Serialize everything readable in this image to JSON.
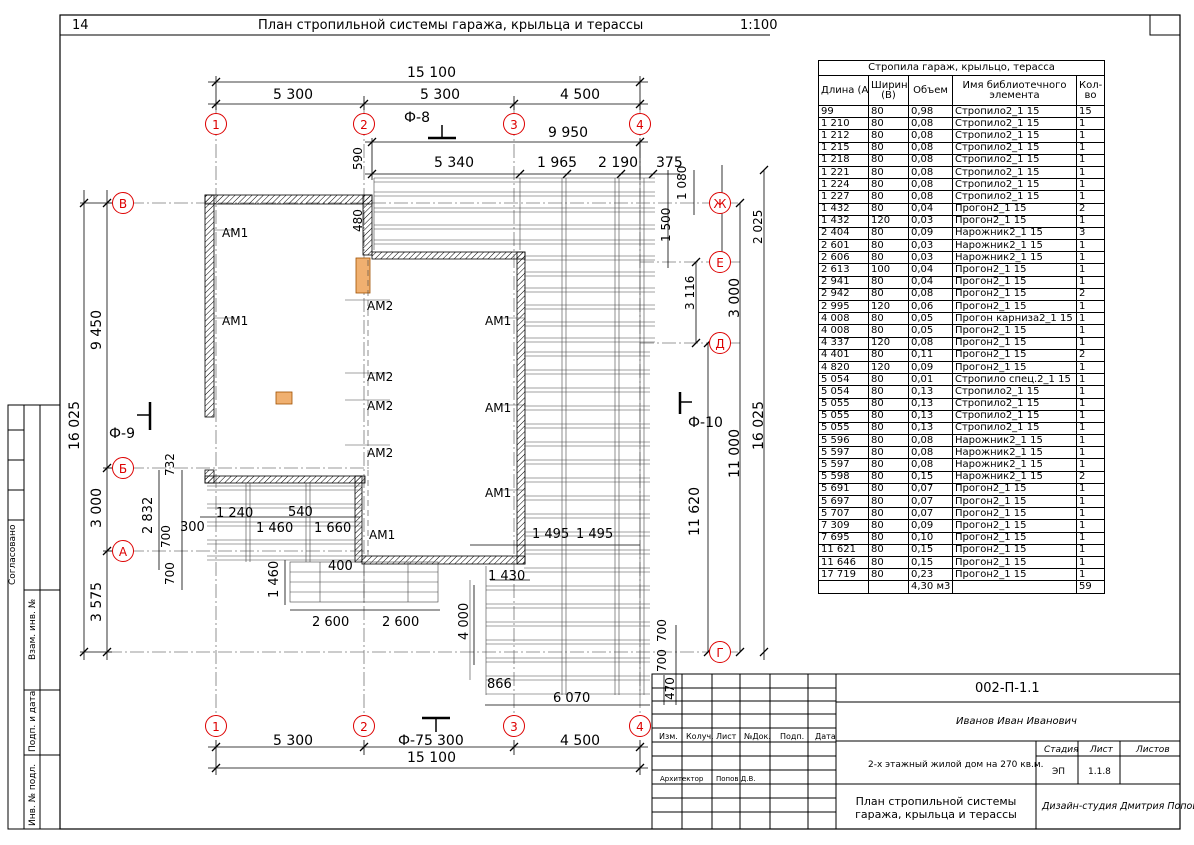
{
  "header": {
    "sheet_num": "14",
    "title": "План стропильной системы гаража, крыльца и терассы",
    "scale": "1:100"
  },
  "axes": {
    "col1": "1",
    "col2": "2",
    "col3": "3",
    "col4": "4",
    "row_v": "В",
    "row_zh": "Ж",
    "row_e": "Е",
    "row_d": "Д",
    "row_b": "Б",
    "row_a": "А",
    "row_g": "Г"
  },
  "dims": {
    "top_total": "15 100",
    "top_a": "5 300",
    "top_b": "5 300",
    "top_c": "4 500",
    "top_9950": "9 950",
    "top_590": "590",
    "top_5340": "5 340",
    "top_1965": "1 965",
    "top_2190": "2 190",
    "top_375": "375",
    "left_9450": "9 450",
    "left_16025": "16 025",
    "left_3000": "3 000",
    "left_3575": "3 575",
    "left_732": "732",
    "left_2832": "2 832",
    "left_700a": "700",
    "left_700b": "700",
    "d_1240": "1 240",
    "d_540": "540",
    "d_300": "300",
    "d_1460a": "1 460",
    "d_1660": "1 660",
    "d_400": "400",
    "d_1460b": "1 460",
    "d_2600a": "2 600",
    "d_2600b": "2 600",
    "d_480": "480",
    "r_1080": "1 080",
    "r_1500": "1 500",
    "r_2025": "2 025",
    "r_3116": "3 116",
    "r_3000": "3 000",
    "r_11000": "11 000",
    "r_16025": "16 025",
    "r_11620": "11 620",
    "d_1495a": "1 495",
    "d_1495b": "1 495",
    "d_1430": "1 430",
    "d_4000": "4 000",
    "d_700c": "700",
    "d_700d": "700",
    "d_866": "866",
    "d_470": "470",
    "d_6070": "6 070",
    "bot_5300": "5 300",
    "bot_300": "300",
    "bot_4500": "4 500",
    "bot_total": "15 100"
  },
  "labels": {
    "f8": "Ф-8",
    "f9": "Ф-9",
    "f10": "Ф-10",
    "f75": "Ф-75",
    "am1_a": "АМ1",
    "am1_b": "АМ1",
    "am1_c": "АМ1",
    "am1_d": "АМ1",
    "am1_e": "АМ1",
    "am1_f": "АМ1",
    "am2_a": "АМ2",
    "am2_b": "АМ2",
    "am2_c": "АМ2",
    "am2_d": "АМ2"
  },
  "schedule": {
    "caption": "Стропила гараж, крыльцо, терасса",
    "headers": [
      "Длина (A)",
      "Ширина (B)",
      "Объем",
      "Имя библиотечного элемента",
      "Кол-во"
    ],
    "rows": [
      [
        "99",
        "80",
        "0,98",
        "Стропило2_1 15",
        "15"
      ],
      [
        "1 210",
        "80",
        "0,08",
        "Стропило2_1 15",
        "1"
      ],
      [
        "1 212",
        "80",
        "0,08",
        "Стропило2_1 15",
        "1"
      ],
      [
        "1 215",
        "80",
        "0,08",
        "Стропило2_1 15",
        "1"
      ],
      [
        "1 218",
        "80",
        "0,08",
        "Стропило2_1 15",
        "1"
      ],
      [
        "1 221",
        "80",
        "0,08",
        "Стропило2_1 15",
        "1"
      ],
      [
        "1 224",
        "80",
        "0,08",
        "Стропило2_1 15",
        "1"
      ],
      [
        "1 227",
        "80",
        "0,08",
        "Стропило2_1 15",
        "1"
      ],
      [
        "1 432",
        "80",
        "0,04",
        "Прогон2_1 15",
        "2"
      ],
      [
        "1 432",
        "120",
        "0,03",
        "Прогон2_1 15",
        "1"
      ],
      [
        "2 404",
        "80",
        "0,09",
        "Нарожник2_1 15",
        "3"
      ],
      [
        "2 601",
        "80",
        "0,03",
        "Нарожник2_1 15",
        "1"
      ],
      [
        "2 606",
        "80",
        "0,03",
        "Нарожник2_1 15",
        "1"
      ],
      [
        "2 613",
        "100",
        "0,04",
        "Прогон2_1 15",
        "1"
      ],
      [
        "2 941",
        "80",
        "0,04",
        "Прогон2_1 15",
        "1"
      ],
      [
        "2 942",
        "80",
        "0,08",
        "Прогон2_1 15",
        "2"
      ],
      [
        "2 995",
        "120",
        "0,06",
        "Прогон2_1 15",
        "1"
      ],
      [
        "4 008",
        "80",
        "0,05",
        "Прогон карниза2_1 15",
        "1"
      ],
      [
        "4 008",
        "80",
        "0,05",
        "Прогон2_1 15",
        "1"
      ],
      [
        "4 337",
        "120",
        "0,08",
        "Прогон2_1 15",
        "1"
      ],
      [
        "4 401",
        "80",
        "0,11",
        "Прогон2_1 15",
        "2"
      ],
      [
        "4 820",
        "120",
        "0,09",
        "Прогон2_1 15",
        "1"
      ],
      [
        "5 054",
        "80",
        "0,01",
        "Стропило спец.2_1 15",
        "1"
      ],
      [
        "5 054",
        "80",
        "0,13",
        "Стропило2_1 15",
        "1"
      ],
      [
        "5 055",
        "80",
        "0,13",
        "Стропило2_1 15",
        "1"
      ],
      [
        "5 055",
        "80",
        "0,13",
        "Стропило2_1 15",
        "1"
      ],
      [
        "5 055",
        "80",
        "0,13",
        "Стропило2_1 15",
        "1"
      ],
      [
        "5 596",
        "80",
        "0,08",
        "Нарожник2_1 15",
        "1"
      ],
      [
        "5 597",
        "80",
        "0,08",
        "Нарожник2_1 15",
        "1"
      ],
      [
        "5 597",
        "80",
        "0,08",
        "Нарожник2_1 15",
        "1"
      ],
      [
        "5 598",
        "80",
        "0,15",
        "Нарожник2_1 15",
        "2"
      ],
      [
        "5 691",
        "80",
        "0,07",
        "Прогон2_1 15",
        "1"
      ],
      [
        "5 697",
        "80",
        "0,07",
        "Прогон2_1 15",
        "1"
      ],
      [
        "5 707",
        "80",
        "0,07",
        "Прогон2_1 15",
        "1"
      ],
      [
        "7 309",
        "80",
        "0,09",
        "Прогон2_1 15",
        "1"
      ],
      [
        "7 695",
        "80",
        "0,10",
        "Прогон2_1 15",
        "1"
      ],
      [
        "11 621",
        "80",
        "0,15",
        "Прогон2_1 15",
        "1"
      ],
      [
        "11 646",
        "80",
        "0,15",
        "Прогон2_1 15",
        "1"
      ],
      [
        "17 719",
        "80",
        "0,23",
        "Прогон2_1 15",
        "1"
      ]
    ],
    "total_volume": "4,30 м3",
    "total_count": "59"
  },
  "titleblock": {
    "code": "002-П-1.1",
    "author_name": "Иванов Иван Иванович",
    "col_izm": "Изм.",
    "col_koluch": "Колуч.",
    "col_list": "Лист",
    "col_ndok": "№Док.",
    "col_podp": "Подп.",
    "col_data": "Дата",
    "project": "2-х этажный жилой дом на 270 кв.м.",
    "stage_h": "Стадия",
    "sheet_h": "Лист",
    "sheets_h": "Листов",
    "stage": "ЭП",
    "sheet": "1.1.8",
    "role": "Архитектор",
    "person": "Попов Д.В.",
    "drawing_title": "План стропильной системы гаража, крыльца и терассы",
    "studio": "Дизайн-студия Дмитрия Попова"
  },
  "side_stamp": {
    "agreed": "Согласовано",
    "vzam": "Взам. инв. №",
    "podp": "Подп. и дата",
    "inv": "Инв. № подл."
  }
}
